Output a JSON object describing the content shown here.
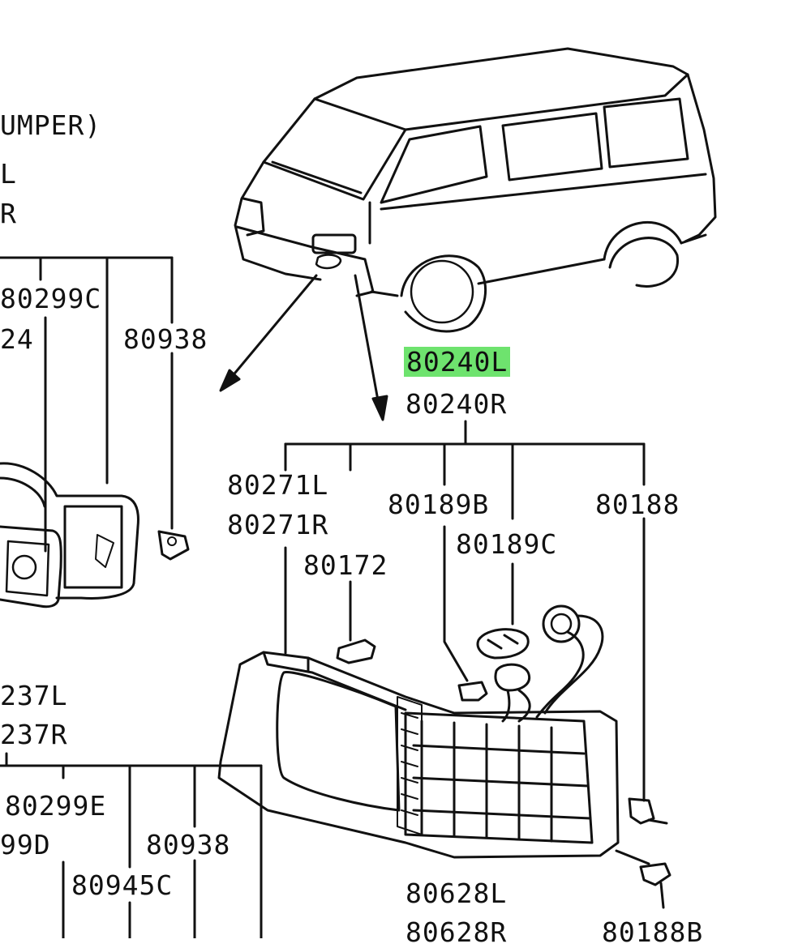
{
  "diagram": {
    "highlight_color": "#6ee36e",
    "ink_color": "#111111",
    "labels": {
      "bumper_note": "UMPER)",
      "left_suffix": "L",
      "right_suffix": "R",
      "p80299C": "80299C",
      "p24": "24",
      "p80938_top": "80938",
      "p80240L": "80240L",
      "p80240R": "80240R",
      "p80271L": "80271L",
      "p80271R": "80271R",
      "p80189B": "80189B",
      "p80188": "80188",
      "p80189C": "80189C",
      "p80172": "80172",
      "p237L": "237L",
      "p237R": "237R",
      "p80299E": "80299E",
      "p99D": "99D",
      "p80938_bottom": "80938",
      "p80945C": "80945C",
      "p80628L": "80628L",
      "p80628R": "80628R",
      "p80188B": "80188B"
    }
  }
}
